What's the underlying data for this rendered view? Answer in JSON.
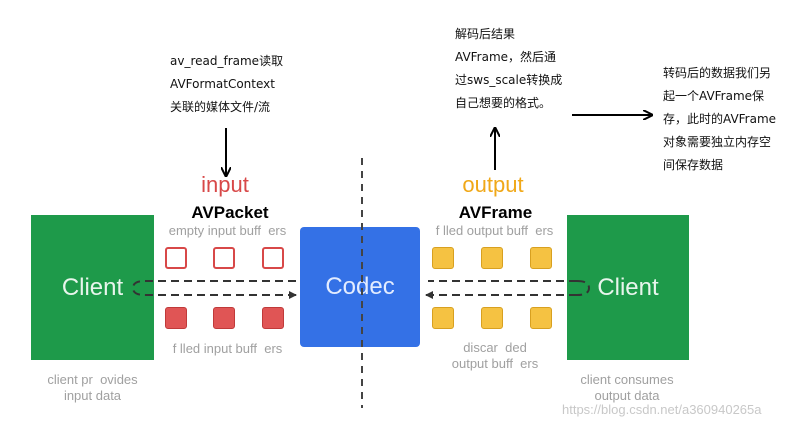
{
  "annotations": {
    "read_frame": "av_read_frame读取\nAVFormatContext\n关联的媒体文件/流",
    "decode_result": "解码后结果\nAVFrame，然后通\n过sws_scale转换成\n自己想要的格式。",
    "transcode": "转码后的数据我们另\n起一个AVFrame保\n存，此时的AVFrame\n对象需要独立内存空\n间保存数据"
  },
  "labels": {
    "input": "input",
    "output": "output",
    "avpacket": "AVPacket",
    "avframe": "AVFrame",
    "empty_input_buffers": "empty input buff  ers",
    "filled_input_buffers": "f lled input buff  ers",
    "filled_output_buffers": "f lled output buff  ers",
    "discarded_output_buffers": "discar  ded\noutput buff  ers",
    "client_left": "Client",
    "client_right": "Client",
    "codec": "Codec",
    "client_provides": "client pr  ovides\ninput data",
    "client_consumes": "client consumes\noutput data"
  },
  "colors": {
    "client": "#1e9a4a",
    "codec": "#3471e6",
    "input_label": "#d84848",
    "output_label": "#f0a818",
    "input_buffer": "#e05555",
    "output_buffer": "#f5c242"
  },
  "watermark": "https://blog.csdn.net/a360940265a"
}
